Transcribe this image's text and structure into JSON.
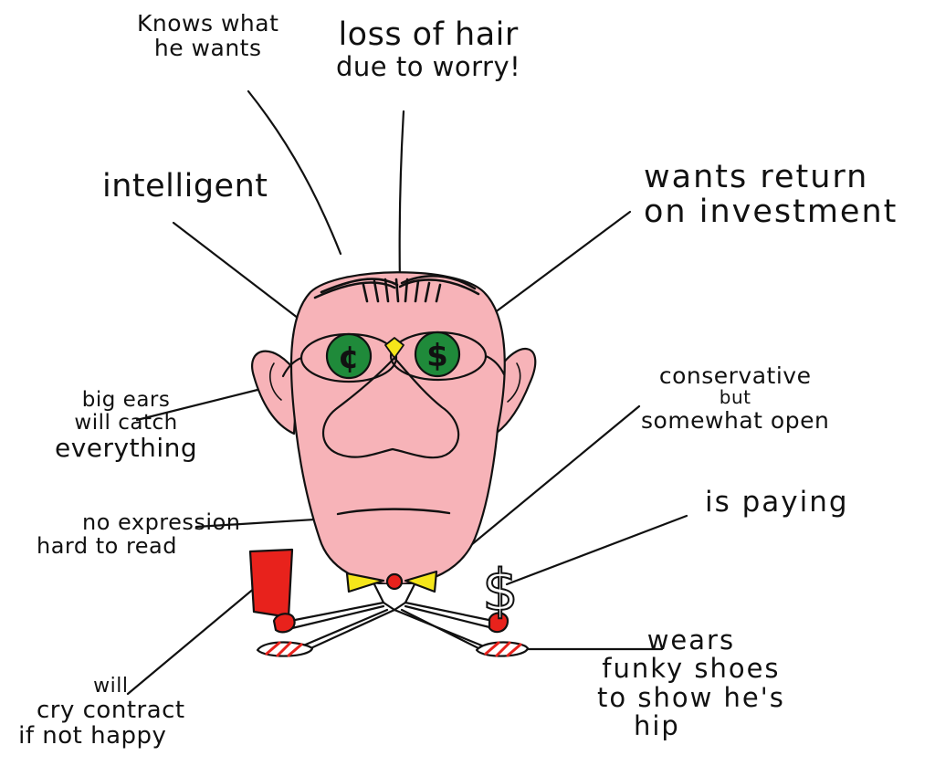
{
  "annotations": {
    "knows_what_he_wants": [
      "Knows what",
      "he wants"
    ],
    "loss_of_hair": [
      "loss of hair",
      "due to worry!"
    ],
    "intelligent": [
      "intelligent"
    ],
    "wants_return": [
      "wants return",
      "on investment"
    ],
    "big_ears": [
      "big ears",
      "will catch",
      "everything"
    ],
    "conservative": [
      "conservative",
      "but",
      "somewhat open"
    ],
    "is_paying": [
      "is paying"
    ],
    "no_expression": [
      "no expression",
      "hard to read"
    ],
    "wears_funky_shoes": [
      "wears",
      "funky shoes",
      "to show he's",
      "hip"
    ],
    "cry_contract": [
      "will",
      "cry contract",
      "if not happy"
    ]
  },
  "figure": {
    "eye_symbols": {
      "left": "¢",
      "right": "$"
    },
    "hand_symbol": "$"
  },
  "colors": {
    "skin": "#f7b3b8",
    "ink": "#111111",
    "iris": "#1f8a3a",
    "bowtie": "#f5e61a",
    "card": "#e8221c",
    "shoe_stripe": "#e8221c"
  }
}
